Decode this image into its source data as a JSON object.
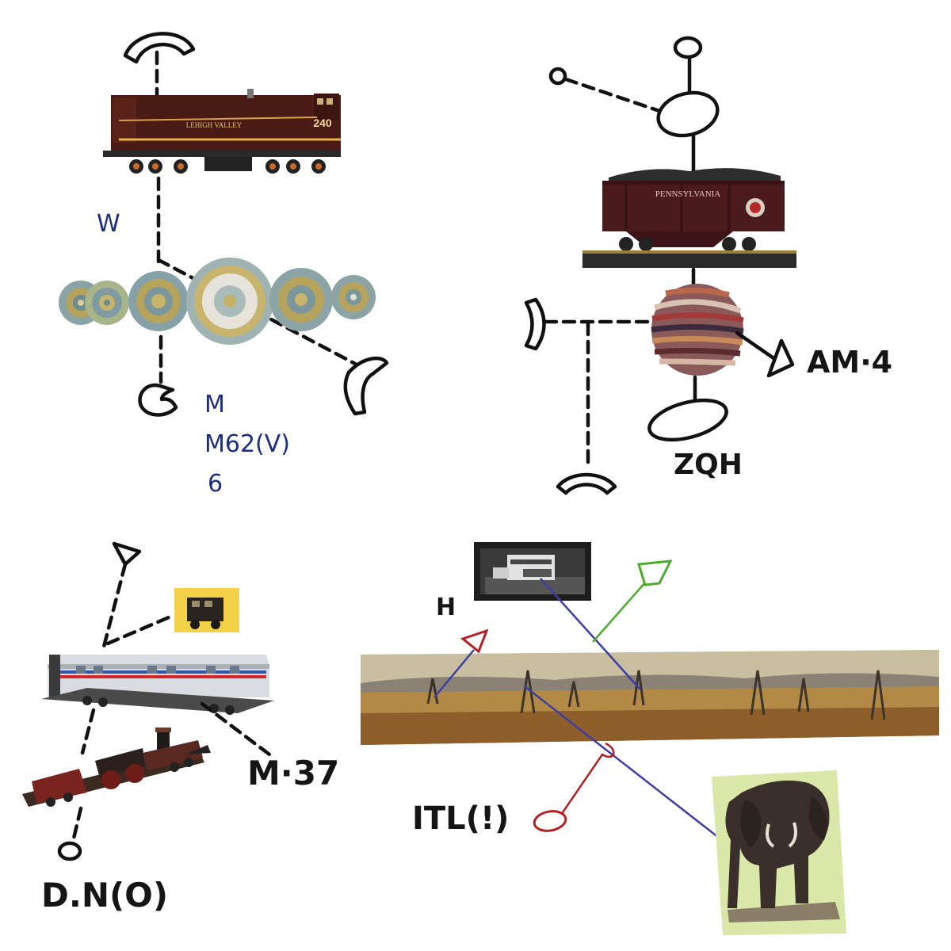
{
  "panels": {
    "top_left": {
      "labels": {
        "w": "W",
        "m1": "M",
        "m2": "M62(V)",
        "m3": "6"
      },
      "locomotive": {
        "road_name": "LEHIGH VALLEY",
        "number": "240",
        "body_color": "#4a1b14"
      }
    },
    "top_right": {
      "labels": {
        "am": "AM·4",
        "zqh": "ZQH"
      },
      "hopper": {
        "road_name": "PENNSYLVANIA",
        "body_color": "#4b1a1c"
      }
    },
    "bottom_left": {
      "labels": {
        "m37": "M·37",
        "dn": "D.N(O)"
      }
    },
    "bottom_right": {
      "labels": {
        "h": "H",
        "itl": "ITL(!)"
      },
      "line_colors": {
        "blue": "#3c3ea0",
        "green": "#4caa2c",
        "red": "#b02025"
      }
    }
  }
}
